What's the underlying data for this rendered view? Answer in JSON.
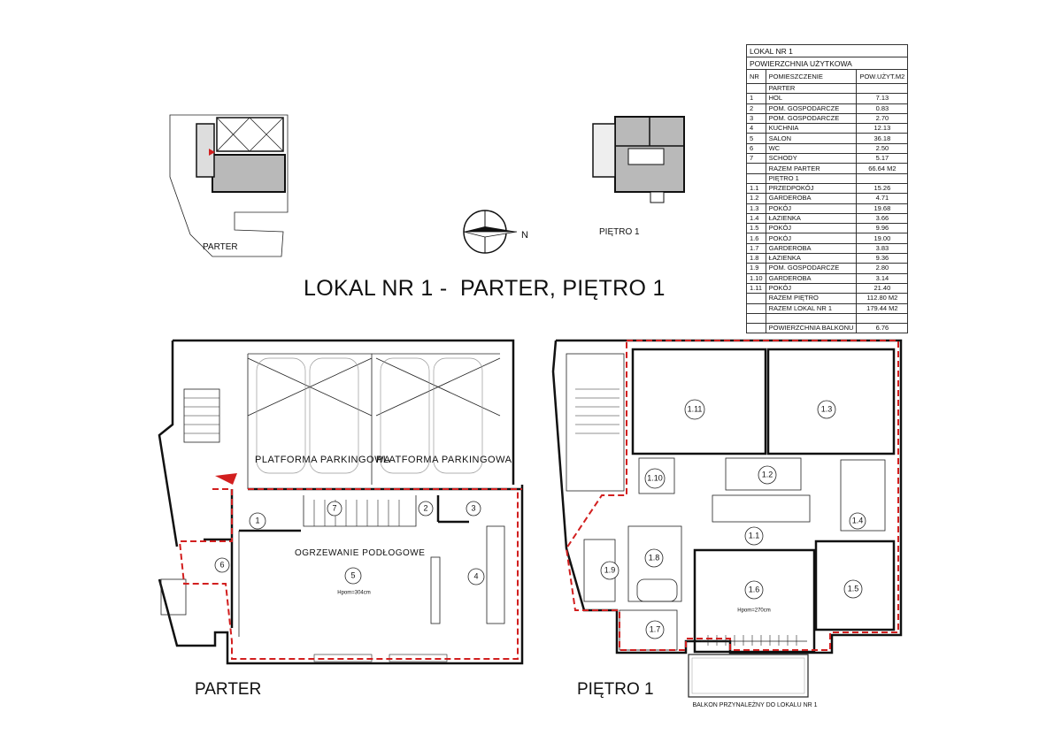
{
  "title": "LOKAL NR 1 -  PARTER, PIĘTRO 1",
  "thumbnails": {
    "parter_label": "PARTER",
    "pietro_label": "PIĘTRO 1"
  },
  "compass": {
    "label": "N"
  },
  "parter": {
    "caption": "PARTER",
    "parking_1": "PLATFORMA  PARKINGOWA",
    "parking_2": "PLATFORMA  PARKINGOWA",
    "heating": "OGRZEWANIE PODŁOGOWE",
    "height": "Hpom=304cm",
    "rooms": [
      "1",
      "2",
      "3",
      "4",
      "5",
      "6",
      "7"
    ]
  },
  "pietro": {
    "caption": "PIĘTRO 1",
    "height": "Hpom=270cm",
    "balcony": "BALKON PRZYNALEŻNY DO LOKALU NR 1",
    "rooms": [
      "1.1",
      "1.2",
      "1.3",
      "1.4",
      "1.5",
      "1.6",
      "1.7",
      "1.8",
      "1.9",
      "1.10",
      "1.11"
    ]
  },
  "table": {
    "title": "LOKAL  NR  1",
    "subtitle": "POWIERZCHNIA  UŻYTKOWA",
    "headers": {
      "nr": "NR",
      "room": "POMIESZCZENIE",
      "area": "POW.UŻYT.M2"
    },
    "parter_heading": "PARTER",
    "parter_rows": [
      {
        "nr": "1",
        "name": "HOL",
        "area": "7.13"
      },
      {
        "nr": "2",
        "name": "POM.  GOSPODARCZE",
        "area": "0.83"
      },
      {
        "nr": "3",
        "name": "POM.  GOSPODARCZE",
        "area": "2.70"
      },
      {
        "nr": "4",
        "name": "KUCHNIA",
        "area": "12.13"
      },
      {
        "nr": "5",
        "name": "SALON",
        "area": "36.18"
      },
      {
        "nr": "6",
        "name": "WC",
        "area": "2.50"
      },
      {
        "nr": "7",
        "name": "SCHODY",
        "area": "5.17"
      }
    ],
    "parter_total": {
      "name": "RAZEM  PARTER",
      "area": "66.64  M2"
    },
    "pietro_heading": "PIĘTRO  1",
    "pietro_rows": [
      {
        "nr": "1.1",
        "name": "PRZEDPOKÓJ",
        "area": "15.26"
      },
      {
        "nr": "1.2",
        "name": "GARDEROBA",
        "area": "4.71"
      },
      {
        "nr": "1.3",
        "name": "POKÓJ",
        "area": "19.68"
      },
      {
        "nr": "1.4",
        "name": "ŁAZIENKA",
        "area": "3.66"
      },
      {
        "nr": "1.5",
        "name": "POKÓJ",
        "area": "9.96"
      },
      {
        "nr": "1.6",
        "name": "POKÓJ",
        "area": "19.00"
      },
      {
        "nr": "1.7",
        "name": "GARDEROBA",
        "area": "3.83"
      },
      {
        "nr": "1.8",
        "name": "ŁAZIENKA",
        "area": "9.36"
      },
      {
        "nr": "1.9",
        "name": "POM.  GOSPODARCZE",
        "area": "2.80"
      },
      {
        "nr": "1.10",
        "name": "GARDEROBA",
        "area": "3.14"
      },
      {
        "nr": "1.11",
        "name": "POKÓJ",
        "area": "21.40"
      }
    ],
    "pietro_total": {
      "name": "RAZEM  PIĘTRO",
      "area": "112.80  M2"
    },
    "lokal_total": {
      "name": "RAZEM  LOKAL  NR  1",
      "area": "179.44  M2"
    },
    "balcony": {
      "name": "POWIERZCHNIA  BALKONU",
      "area": "6.76"
    }
  },
  "colors": {
    "boundary": "#d21f1f",
    "room_fill_thumb": "#b9b9b9"
  }
}
